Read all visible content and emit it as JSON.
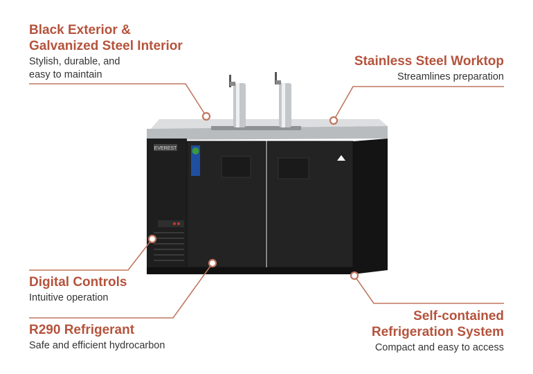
{
  "callouts": {
    "exterior": {
      "title_line1": "Black Exterior &",
      "title_line2": "Galvanized Steel Interior",
      "desc_line1": "Stylish, durable, and",
      "desc_line2": "easy to maintain"
    },
    "worktop": {
      "title": "Stainless Steel Worktop",
      "desc": "Streamlines preparation"
    },
    "controls": {
      "title": "Digital Controls",
      "desc": "Intuitive operation"
    },
    "refrigerant": {
      "title": "R290 Refrigerant",
      "desc": "Safe and efficient hydrocarbon"
    },
    "system": {
      "title_line1": "Self-contained",
      "title_line2": "Refrigeration System",
      "desc": "Compact and easy to access"
    }
  },
  "product": {
    "brand_badge": "EVEREST"
  },
  "colors": {
    "accent": "#b5533c",
    "leader": "#c0775f",
    "cabinet": "#1b1b1b",
    "worktop": "#c7c9cb",
    "badge_green": "#3a9a3a",
    "badge_blue": "#1f4fa0"
  }
}
